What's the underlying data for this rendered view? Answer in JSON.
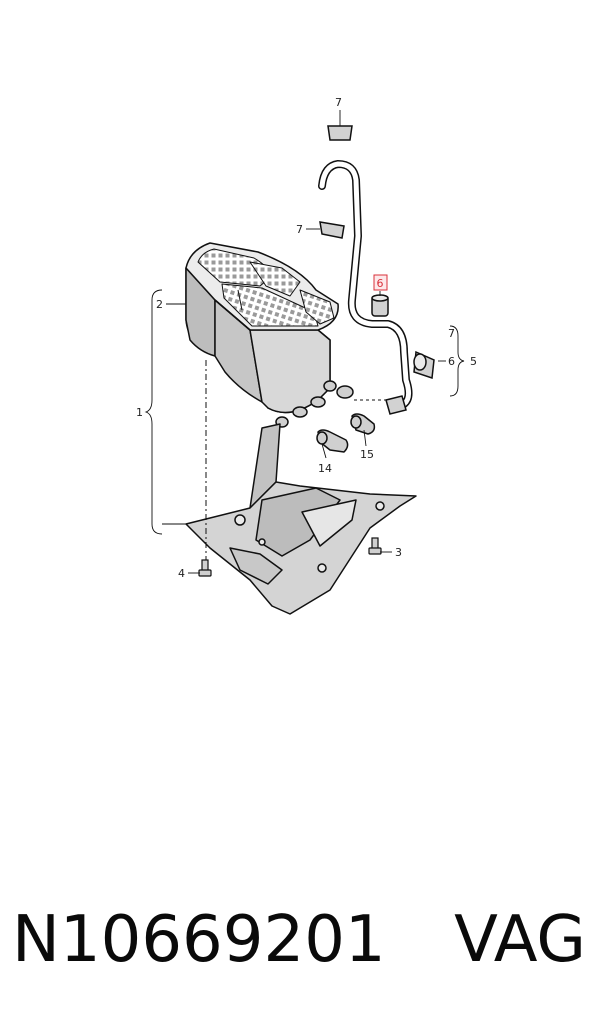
{
  "diagram": {
    "callouts": {
      "c1": "1",
      "c2": "2",
      "c3": "3",
      "c4": "4",
      "c5": "5",
      "c6": "6",
      "c6_highlight": "6",
      "c7_top": "7",
      "c7_mid": "7",
      "c7_right": "7",
      "c14": "14",
      "c15": "15"
    },
    "highlight_color": "#d9303a"
  },
  "footer": {
    "part_number": "N10669201",
    "brand": "VAG"
  }
}
